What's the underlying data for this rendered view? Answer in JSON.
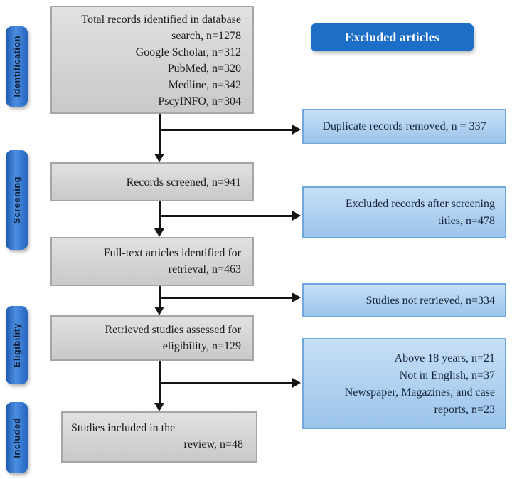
{
  "sidebar": {
    "stages": [
      {
        "label": "Identification"
      },
      {
        "label": "Screening"
      },
      {
        "label": "Eligibility"
      },
      {
        "label": "Included"
      }
    ]
  },
  "flow": {
    "identification_box": {
      "lines": [
        "Total records identified in database",
        "search, n=1278",
        "Google Scholar, n=312",
        "PubMed, n=320",
        "Medline, n=342",
        "PscyINFO, n=304"
      ]
    },
    "screened_box": {
      "label": "Records screened, n=941"
    },
    "fulltext_box": {
      "lines": [
        "Full-text articles identified for",
        "retrieval, n=463"
      ]
    },
    "retrieved_box": {
      "lines": [
        "Retrieved studies assessed for",
        "eligibility, n=129"
      ]
    },
    "included_box": {
      "lines": [
        "Studies included in the",
        "review, n=48"
      ]
    }
  },
  "excluded": {
    "header": "Excluded articles",
    "duplicate_box": {
      "label": "Duplicate records removed, n = 337"
    },
    "screening_titles_box": {
      "lines": [
        "Excluded records after screening",
        "titles, n=478"
      ]
    },
    "not_retrieved_box": {
      "label": "Studies not retrieved, n=334"
    },
    "eligibility_exclusions_box": {
      "lines": [
        "Above 18 years, n=21",
        "Not in English, n=37",
        "Newspaper, Magazines, and case",
        "reports, n=23"
      ]
    }
  },
  "colors": {
    "pill_blue": "#2e74d6",
    "header_blue": "#1d6ec6",
    "exclusion_fill": "#aed0f0",
    "exclusion_border": "#6fa8dd",
    "process_fill": "#d4d4d4",
    "process_border": "#a5a5a5",
    "arrow": "#141414"
  }
}
